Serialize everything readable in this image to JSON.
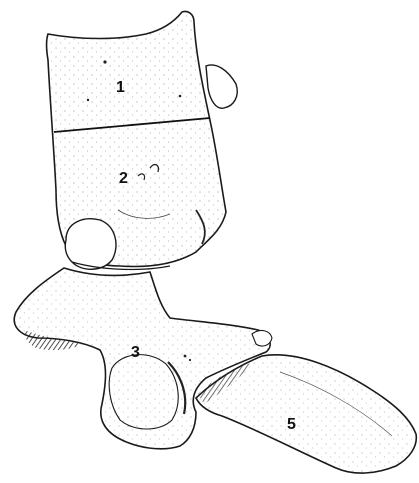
{
  "colors": {
    "outline": "#1a1a1a",
    "fill": "#ffffff",
    "shade": "#2a2a2a",
    "stipple": "#444444"
  },
  "labels": {
    "part1": "1",
    "part2": "2",
    "part3": "3",
    "part5": "5"
  }
}
